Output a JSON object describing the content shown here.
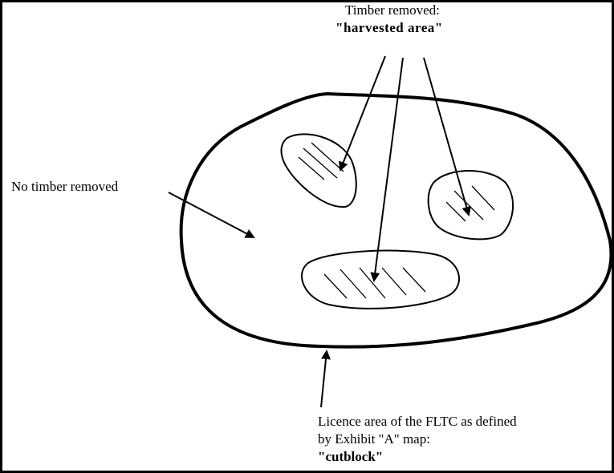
{
  "labels": {
    "timber_removed_line1": "Timber removed:",
    "timber_removed_line2": "\"harvested area\"",
    "no_timber_removed": "No timber removed",
    "licence_line1": "Licence area of the FLTC as defined",
    "licence_line2": "by Exhibit \"A\" map:",
    "licence_line3": "\"cutblock\""
  },
  "colors": {
    "ink": "#000000",
    "background": "#ffffff"
  }
}
